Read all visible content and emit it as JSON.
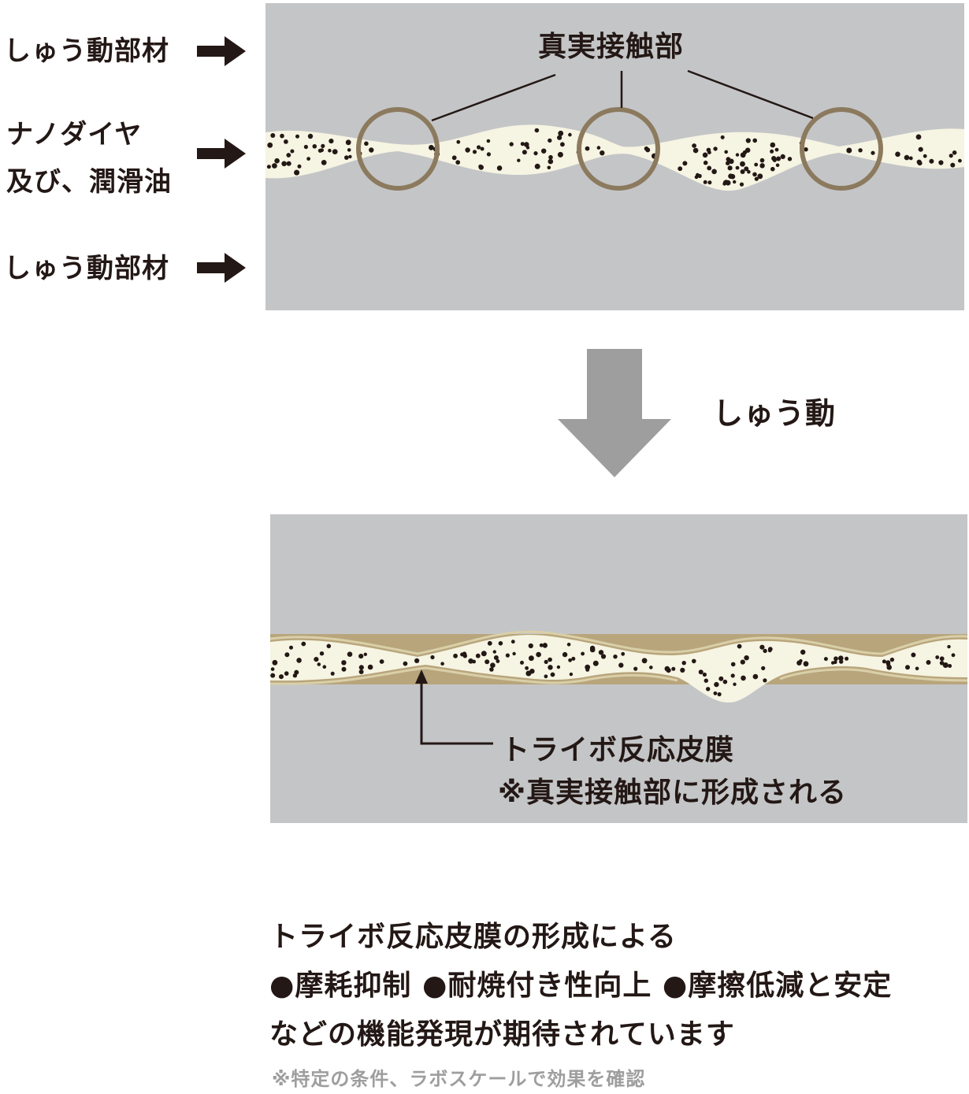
{
  "top_diagram": {
    "label_top": "しゅう動部材",
    "label_mid_line1": "ナノダイヤ",
    "label_mid_line2": "及び、潤滑油",
    "label_bottom": "しゅう動部材",
    "contact_label": "真実接触部"
  },
  "transition": {
    "label": "しゅう動"
  },
  "bottom_diagram": {
    "film_label": "トライボ反応皮膜",
    "film_note": "※真実接触部に形成される"
  },
  "summary": {
    "line1": "トライボ反応皮膜の形成による",
    "line2": "●摩耗抑制 ●耐焼付き性向上 ●摩擦低減と安定",
    "line3": "などの機能発現が期待されています",
    "footnote": "※特定の条件、ラボスケールで効果を確認"
  },
  "colors": {
    "panel": "#c4c5c7",
    "oil": "#f6f4e2",
    "film": "#b8a57c",
    "circle": "#8c7a5e",
    "particle": "#231815",
    "arrow_big": "#9e9e9f",
    "text": "#231815"
  }
}
